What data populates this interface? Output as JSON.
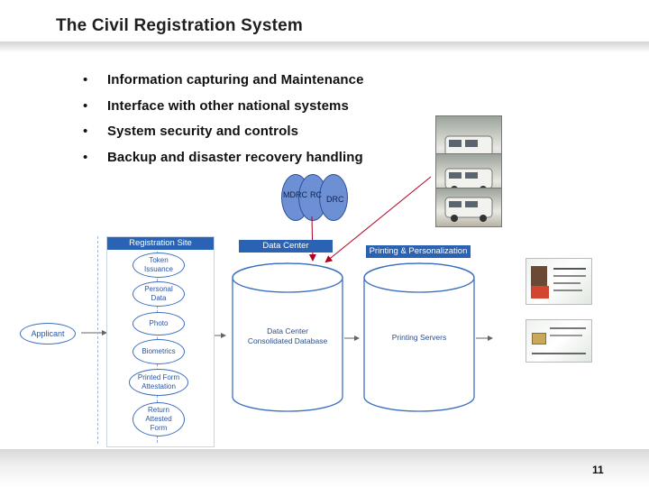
{
  "slide": {
    "title": "The Civil Registration System",
    "page_number": "11"
  },
  "bullets": [
    {
      "marker": "•",
      "text": "Information capturing and Maintenance"
    },
    {
      "marker": "•",
      "text": "Interface with other national systems"
    },
    {
      "marker": "•",
      "text": "System security and controls"
    },
    {
      "marker": "•",
      "text": "Backup and disaster recovery handling"
    }
  ],
  "centers": {
    "mdrc": "MDRC",
    "rc": "RC",
    "drc": "DRC"
  },
  "diagram": {
    "registration_site": "Registration Site",
    "applicant": "Applicant",
    "steps": [
      {
        "line1": "Token",
        "line2": "Issuance",
        "line3": ""
      },
      {
        "line1": "Personal",
        "line2": "Data",
        "line3": ""
      },
      {
        "line1": "Photo",
        "line2": "",
        "line3": ""
      },
      {
        "line1": "Biometrics",
        "line2": "",
        "line3": ""
      },
      {
        "line1": "Printed Form",
        "line2": "Attestation",
        "line3": ""
      },
      {
        "line1": "Return",
        "line2": "Attested",
        "line3": "Form"
      }
    ],
    "data_center_header": "Data Center",
    "data_center_db_line1": "Data Center",
    "data_center_db_line2": "Consolidated Database",
    "printing_header": "Printing & Personalization",
    "printing_servers": "Printing Servers"
  },
  "colors": {
    "accent_blue": "#2a63b4",
    "oval_blue": "#6d8fd4",
    "arrow_red": "#b00020"
  }
}
